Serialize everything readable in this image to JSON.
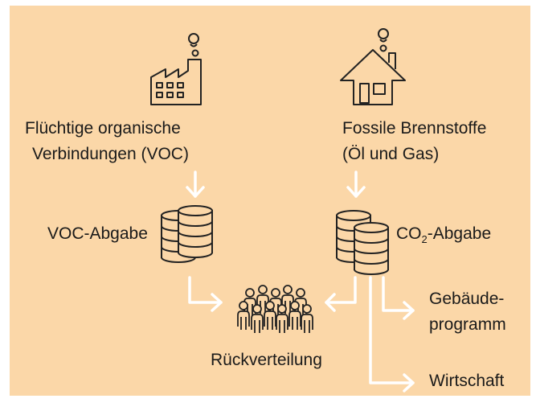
{
  "colors": {
    "background": "#fbd7a8",
    "arrow": "#ffffff",
    "icon_stroke": "#222222",
    "text": "#1a1a1a"
  },
  "sources": {
    "voc": {
      "icon": "factory-icon",
      "line1": "Flüchtige organische",
      "line2": "Verbindungen (VOC)"
    },
    "fossil": {
      "icon": "house-icon",
      "line1": "Fossile Brennstoffe",
      "line2": "(Öl und Gas)"
    }
  },
  "levies": {
    "voc": {
      "icon": "coin-stack-icon",
      "label": "VOC-Abgabe"
    },
    "co2": {
      "icon": "coin-stacks-icon",
      "label_prefix": "CO",
      "label_sub": "2",
      "label_suffix": "-Abgabe"
    }
  },
  "destinations": {
    "redistribution": {
      "icon": "people-group-icon",
      "label": "Rückverteilung"
    },
    "building_line1": "Gebäude-",
    "building_line2": "programm",
    "economy": "Wirtschaft"
  }
}
